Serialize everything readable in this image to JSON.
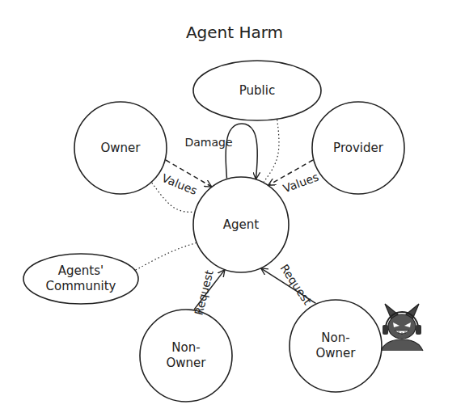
{
  "diagram": {
    "title": "Agent Harm",
    "nodes": [
      {
        "text": [
          "Public"
        ]
      },
      {
        "text": [
          "Owner"
        ]
      },
      {
        "text": [
          "Provider"
        ]
      },
      {
        "text": [
          "Agent"
        ]
      },
      {
        "text": [
          "Agents' Community"
        ]
      },
      {
        "text": [
          "Non- Owner"
        ]
      },
      {
        "text": [
          "Non- Owner"
        ]
      }
    ],
    "edges": [
      {
        "from": 1,
        "to": 3,
        "label": "Values",
        "arrow": "to"
      },
      {
        "from": 2,
        "to": 3,
        "label": "Values",
        "arrow": "to"
      },
      {
        "from": 3,
        "to": 3,
        "label": "Damage",
        "arrow": "to"
      },
      {
        "from": 5,
        "to": 3,
        "label": "Request",
        "arrow": "to"
      },
      {
        "from": 6,
        "to": 3,
        "label": "Request",
        "arrow": "to"
      },
      {
        "from": 0,
        "to": 3,
        "arrow": "none"
      },
      {
        "from": 1,
        "to": 3,
        "arrow": "none"
      },
      {
        "from": 4,
        "to": 3,
        "arrow": "none"
      }
    ]
  }
}
